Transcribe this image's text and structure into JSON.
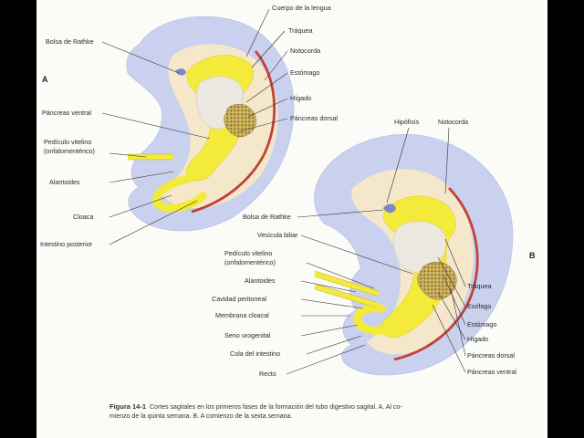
{
  "figure": {
    "panel_a": "A",
    "panel_b": "B",
    "caption": {
      "number": "Figura 14-1",
      "line1": "Cortes sagitales en los primeros fases de la formación del tubo digestivo sagital. A. Al co-",
      "line2": "mienzo de la quinta semana. B. A comienzo de la sexta semana."
    },
    "labels_a": {
      "cuerpo_lengua": "Cuerpo de la lengua",
      "traquea": "Tráquea",
      "bolsa_rathke": "Bolsa de Rathke",
      "notocorda": "Notocorda",
      "estomago": "Estómago",
      "higado": "Hígado",
      "pancreas_ventral": "Páncreas ventral",
      "pancreas_dorsal": "Páncreas dorsal",
      "pediculo_1": "Pedículo vitelino",
      "pediculo_2": "(onfalomentérico)",
      "alantoides": "Alantoides",
      "cloaca": "Cloaca",
      "intestino_posterior": "Intestino posterior"
    },
    "labels_b": {
      "hipofisis": "Hipófisis",
      "notocorda": "Notocorda",
      "bolsa_rathke": "Bolsa de Rathke",
      "vesicula_biliar": "Vesícula biliar",
      "pediculo_1": "Pedículo vitelino",
      "pediculo_2": "(onfalomentérico)",
      "alantoides": "Alantoides",
      "cavidad_peritoneal": "Cavidad peritoneal",
      "membrana_cloacal": "Membrana cloacal",
      "seno_urogenital": "Seno urogenital",
      "cola_intestino": "Cola del intestino",
      "recto": "Recto",
      "traquea": "Tráquea",
      "esofago": "Esófago",
      "estomago": "Estómago",
      "higado": "Hígado",
      "pancreas_dorsal": "Páncreas dorsal",
      "pancreas_ventral": "Páncreas ventral"
    },
    "colors": {
      "embryo_outer": "#c9d1ee",
      "embryo_inner": "#f4e7ca",
      "gut_yellow": "#f3ea3a",
      "notochord_red": "#c2413a",
      "liver_tan": "#c9ad5a",
      "pouch_blue": "#7f86c8"
    }
  }
}
